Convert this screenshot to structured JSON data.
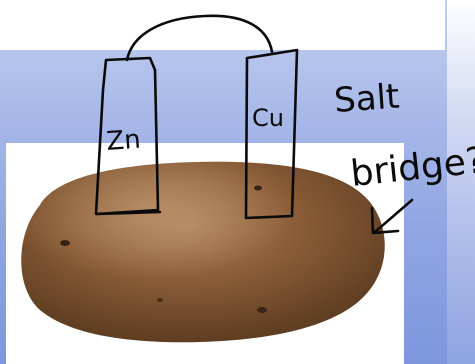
{
  "labels": {
    "zinc": "Zn",
    "copper": "Cu",
    "salt_line1": "Salt",
    "salt_line2": "bridge?"
  },
  "colors": {
    "background_gradient": [
      "#c2cff0",
      "#7d96dd"
    ],
    "ink": "#0b0b0b",
    "potato_skin": "#8a5a34",
    "potato_shadow": "#4f2f17",
    "potato_highlight": "#b7875e"
  },
  "icons": {
    "potato": "potato-image",
    "arrow": "handwritten-arrow"
  }
}
